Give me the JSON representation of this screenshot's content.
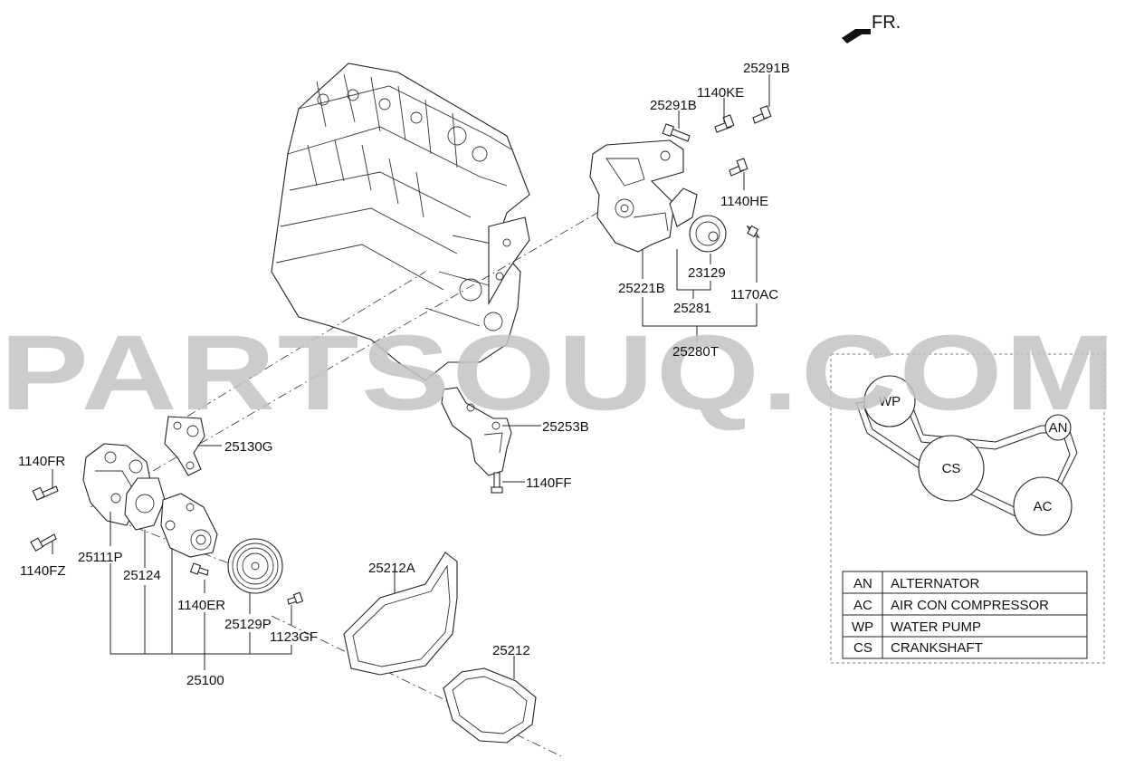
{
  "header": {
    "front_label": "FR."
  },
  "watermark": "PARTSOUQ.COM",
  "parts": [
    {
      "key": "p25291b_a",
      "label": "25291B"
    },
    {
      "key": "p25291b_b",
      "label": "25291B"
    },
    {
      "key": "p1140ke",
      "label": "1140KE"
    },
    {
      "key": "p1140he",
      "label": "1140HE"
    },
    {
      "key": "p23129",
      "label": "23129"
    },
    {
      "key": "p25221b",
      "label": "25221B"
    },
    {
      "key": "p25281",
      "label": "25281"
    },
    {
      "key": "p1170ac",
      "label": "1170AC"
    },
    {
      "key": "p25280t",
      "label": "25280T"
    },
    {
      "key": "p25253b",
      "label": "25253B"
    },
    {
      "key": "p1140ff",
      "label": "1140FF"
    },
    {
      "key": "p25130g",
      "label": "25130G"
    },
    {
      "key": "p1140fr",
      "label": "1140FR"
    },
    {
      "key": "p1140fz",
      "label": "1140FZ"
    },
    {
      "key": "p25111p",
      "label": "25111P"
    },
    {
      "key": "p25124",
      "label": "25124"
    },
    {
      "key": "p1140er",
      "label": "1140ER"
    },
    {
      "key": "p25129p",
      "label": "25129P"
    },
    {
      "key": "p1123gf",
      "label": "1123GF"
    },
    {
      "key": "p25100",
      "label": "25100"
    },
    {
      "key": "p25212a",
      "label": "25212A"
    },
    {
      "key": "p25212",
      "label": "25212"
    }
  ],
  "belt_layout": {
    "pulleys": [
      {
        "code": "WP"
      },
      {
        "code": "AN"
      },
      {
        "code": "CS"
      },
      {
        "code": "AC"
      }
    ],
    "legend": [
      {
        "code": "AN",
        "name": "ALTERNATOR"
      },
      {
        "code": "AC",
        "name": "AIR CON COMPRESSOR"
      },
      {
        "code": "WP",
        "name": "WATER PUMP"
      },
      {
        "code": "CS",
        "name": "CRANKSHAFT"
      }
    ]
  }
}
